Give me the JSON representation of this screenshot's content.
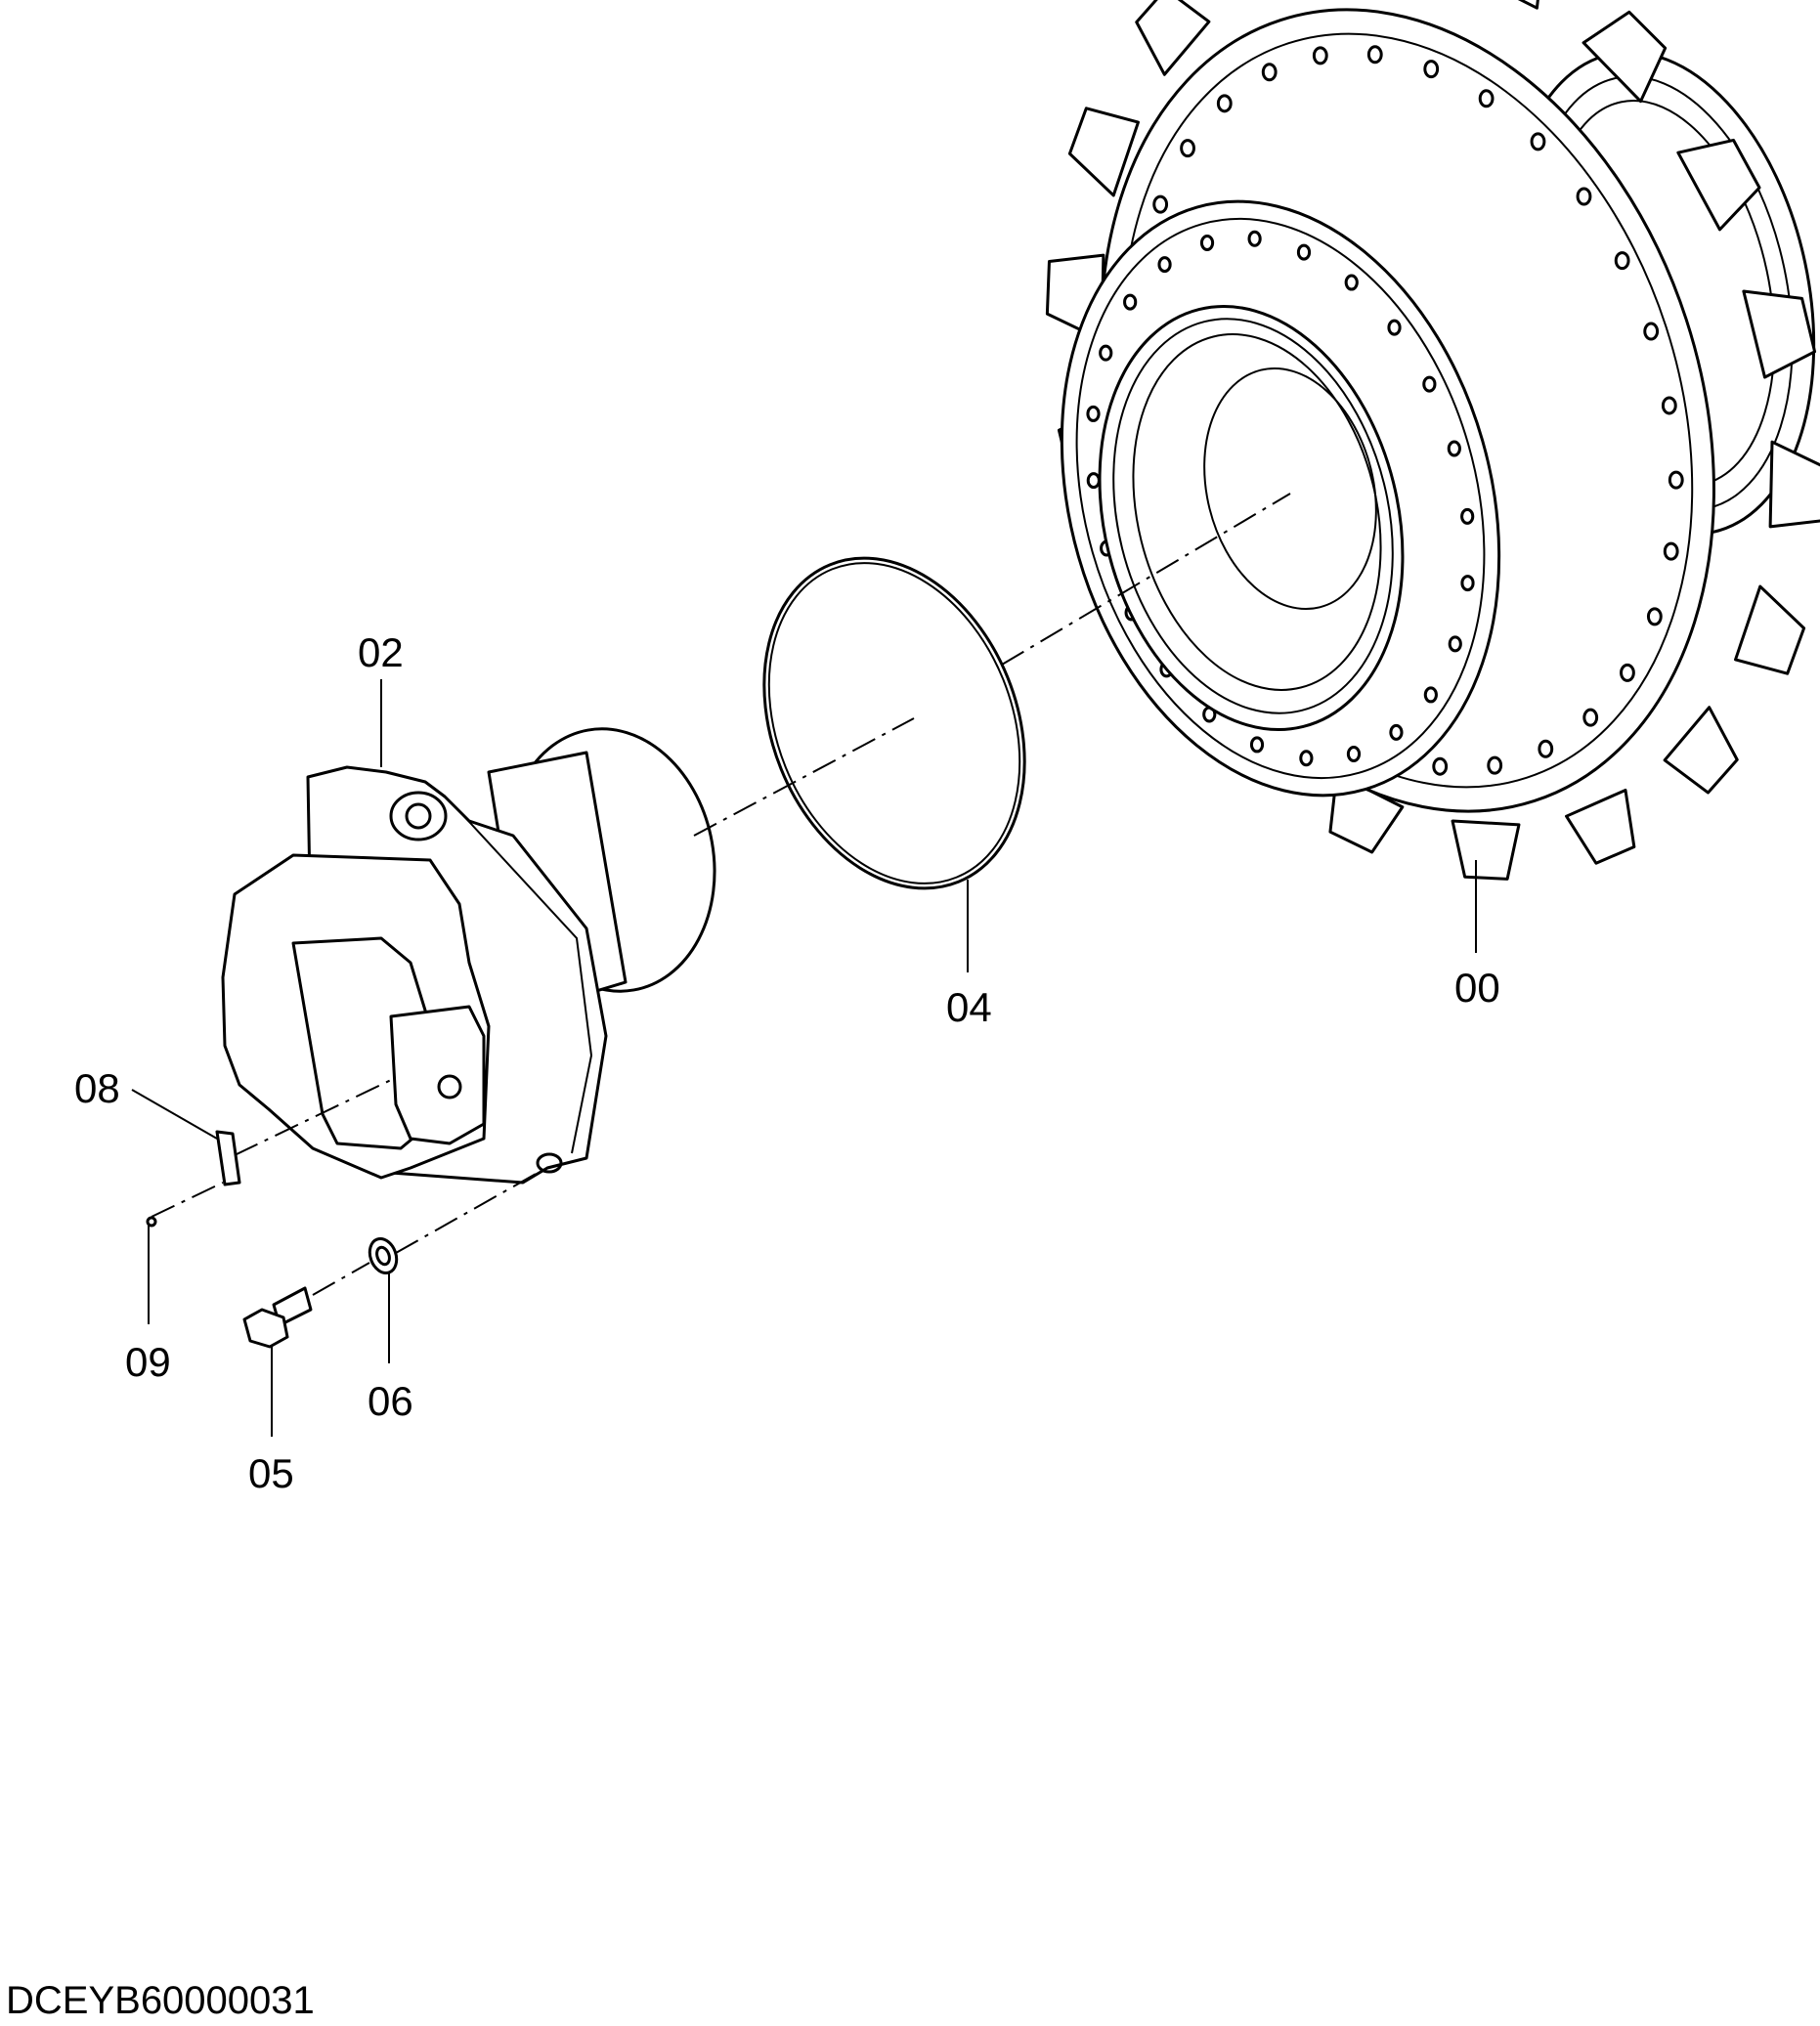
{
  "callouts": {
    "c00": "00",
    "c02": "02",
    "c04": "04",
    "c05": "05",
    "c06": "06",
    "c08": "08",
    "c09": "09"
  },
  "document_id": "DCEYB60000031",
  "colors": {
    "line": "#000000",
    "background": "#ffffff"
  }
}
